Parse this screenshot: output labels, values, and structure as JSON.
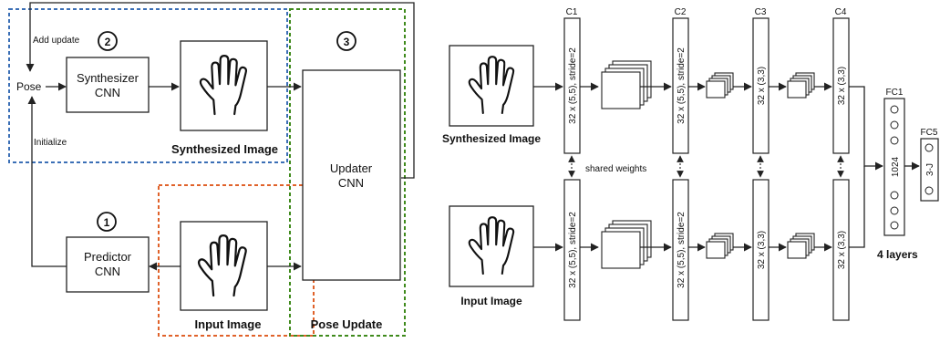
{
  "left": {
    "pose_label": "Pose",
    "add_update_label": "Add update",
    "initialize_label": "Initialize",
    "step_1": "1",
    "step_2": "2",
    "step_3": "3",
    "synthesizer": {
      "line1": "Synthesizer",
      "line2": "CNN"
    },
    "predictor": {
      "line1": "Predictor",
      "line2": "CNN"
    },
    "updater": {
      "line1": "Updater",
      "line2": "CNN"
    },
    "synthesized_region_label": "Synthesized Image",
    "input_region_label": "Input Image",
    "pose_update_region_label": "Pose Update"
  },
  "right": {
    "synth_image_label": "Synthesized Image",
    "input_image_label": "Input Image",
    "columns": {
      "c1": "C1",
      "c2": "C2",
      "c3": "C3",
      "c4": "C4",
      "fc1": "FC1",
      "fc5": "FC5"
    },
    "layer_c1": "32 x (5,5), stride=2",
    "layer_c2": "32 x (5,5), stride=2",
    "layer_c3": "32 x (3,3)",
    "layer_c4": "32 x (3,3)",
    "fc1_units": "1024",
    "fc5_units": "3-J",
    "shared_weights": "shared weights",
    "four_layers": "4 layers"
  },
  "colors": {
    "synthesized": "#3b6fb6",
    "input": "#e0622a",
    "pose_update": "#3f8a1c",
    "line": "#222222"
  }
}
